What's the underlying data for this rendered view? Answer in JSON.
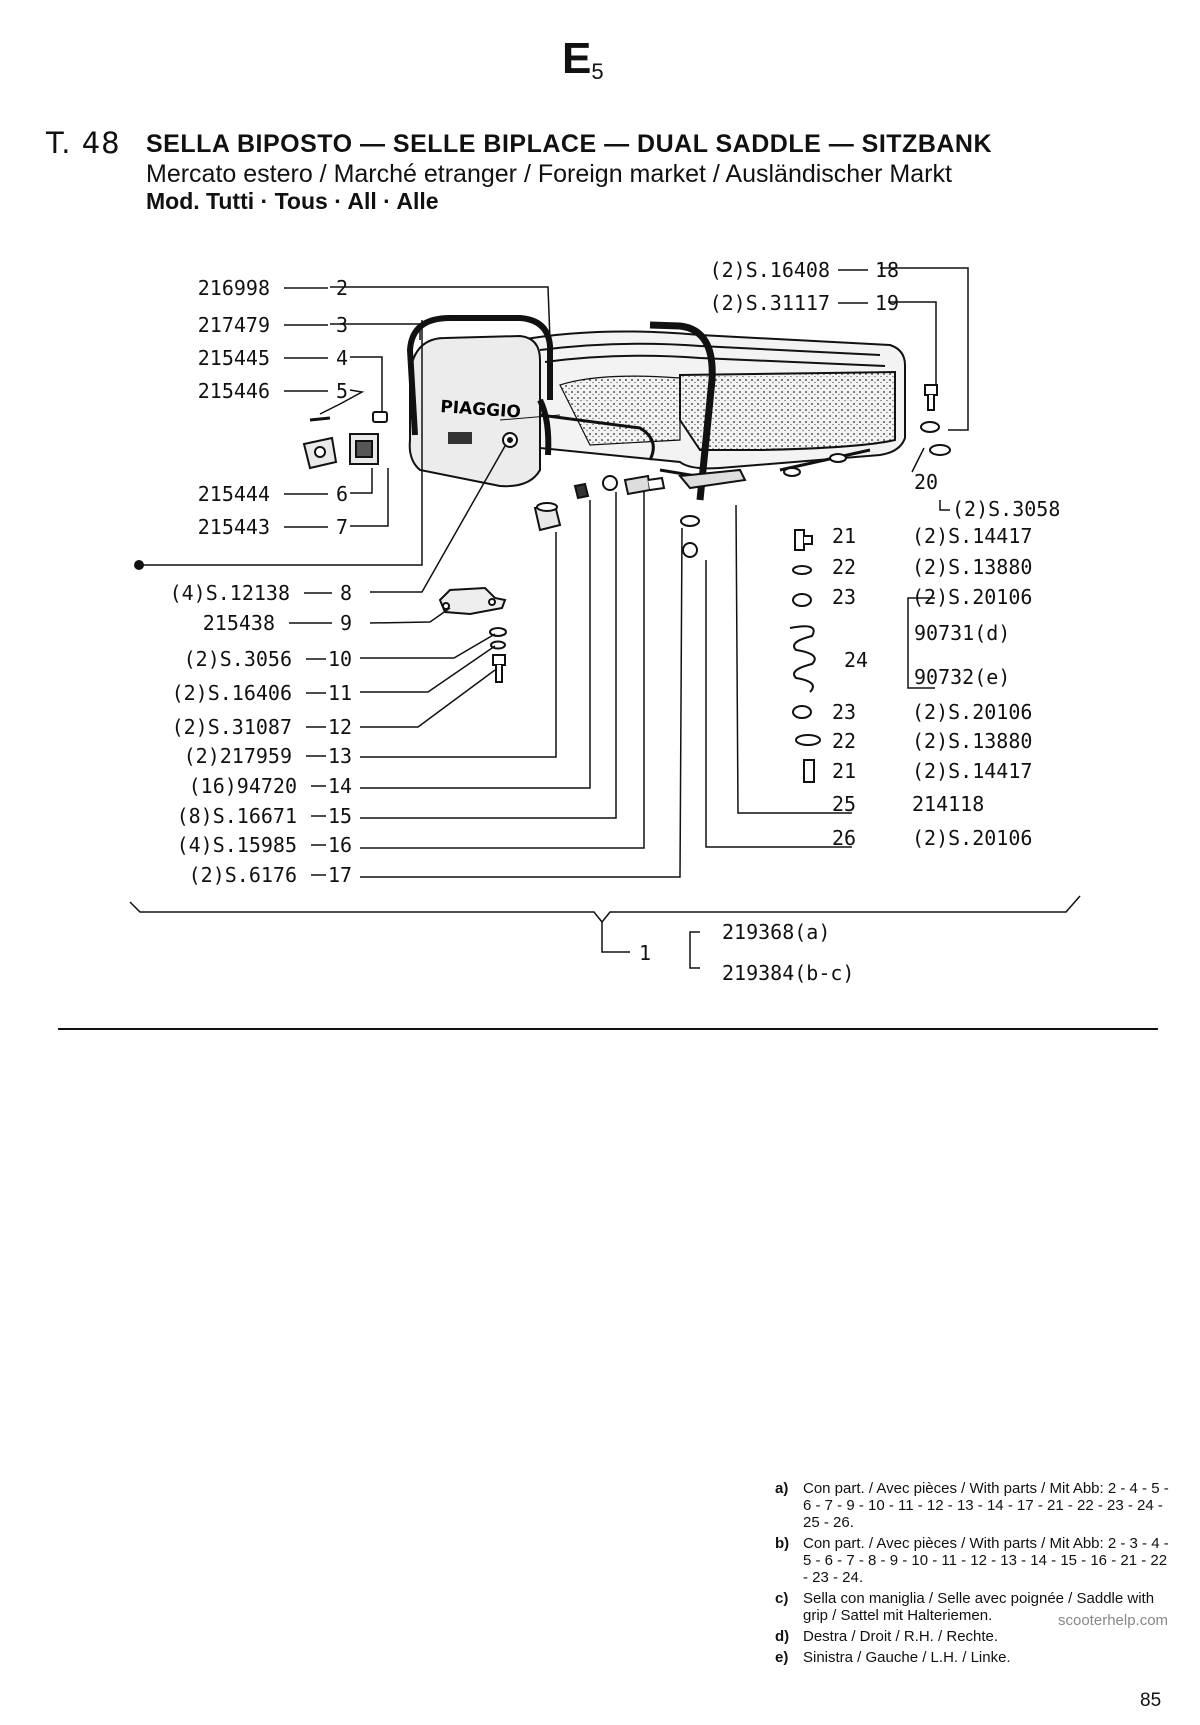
{
  "header": {
    "section": "E",
    "section_sub": "5",
    "table_no": "T. 48",
    "title": "SELLA BIPOSTO — SELLE BIPLACE — DUAL SADDLE — SITZBANK",
    "subtitle": "Mercato estero / Marché etranger / Foreign market / Ausländischer Markt",
    "models": "Mod. Tutti · Tous · All · Alle"
  },
  "diagram": {
    "brand": "PIAGGIO",
    "left_parts": [
      {
        "ref": "216998",
        "num": "2"
      },
      {
        "ref": "217479",
        "num": "3"
      },
      {
        "ref": "215445",
        "num": "4"
      },
      {
        "ref": "215446",
        "num": "5"
      },
      {
        "ref": "215444",
        "num": "6"
      },
      {
        "ref": "215443",
        "num": "7"
      },
      {
        "ref": "(4)S.12138",
        "num": "8"
      },
      {
        "ref": "215438",
        "num": "9"
      },
      {
        "ref": "(2)S.3056",
        "num": "10"
      },
      {
        "ref": "(2)S.16406",
        "num": "11"
      },
      {
        "ref": "(2)S.31087",
        "num": "12"
      },
      {
        "ref": "(2)217959",
        "num": "13"
      },
      {
        "ref": "(16)94720",
        "num": "14"
      },
      {
        "ref": "(8)S.16671",
        "num": "15"
      },
      {
        "ref": "(4)S.15985",
        "num": "16"
      },
      {
        "ref": "(2)S.6176",
        "num": "17"
      }
    ],
    "right_parts": [
      {
        "ref": "(2)S.16408",
        "num": "18"
      },
      {
        "ref": "(2)S.31117",
        "num": "19"
      },
      {
        "num": "20",
        "ref": "(2)S.3058"
      },
      {
        "num": "21",
        "ref": "(2)S.14417"
      },
      {
        "num": "22",
        "ref": "(2)S.13880"
      },
      {
        "num": "23",
        "ref": "(2)S.20106"
      },
      {
        "num": "24",
        "ref_d": "90731(d)",
        "ref_e": "90732(e)"
      },
      {
        "num": "23",
        "ref": "(2)S.20106"
      },
      {
        "num": "22",
        "ref": "(2)S.13880"
      },
      {
        "num": "21",
        "ref": "(2)S.14417"
      },
      {
        "num": "25",
        "ref": "214118"
      },
      {
        "num": "26",
        "ref": "(2)S.20106"
      }
    ],
    "assembly": {
      "num": "1",
      "ref_a": "219368(a)",
      "ref_b": "219384(b-c)"
    }
  },
  "notes": [
    {
      "key": "a)",
      "text": "Con part. / Avec pièces / With parts / Mit Abb: 2 - 4 - 5 - 6 - 7 - 9 - 10 - 11 - 12 - 13 - 14 - 17 - 21 - 22 - 23 - 24 - 25 - 26."
    },
    {
      "key": "b)",
      "text": "Con part. / Avec pièces / With parts / Mit Abb: 2 - 3 - 4 - 5 - 6 - 7 - 8 - 9 - 10 - 11 - 12 - 13 - 14 - 15 - 16 - 21 - 22 - 23 - 24."
    },
    {
      "key": "c)",
      "text": "Sella con maniglia / Selle avec poignée / Saddle with grip / Sattel mit Halteriemen."
    },
    {
      "key": "d)",
      "text": "Destra / Droit / R.H. / Rechte."
    },
    {
      "key": "e)",
      "text": "Sinistra / Gauche / L.H. / Linke."
    }
  ],
  "watermark": "scooterhelp.com",
  "page_number": "85"
}
